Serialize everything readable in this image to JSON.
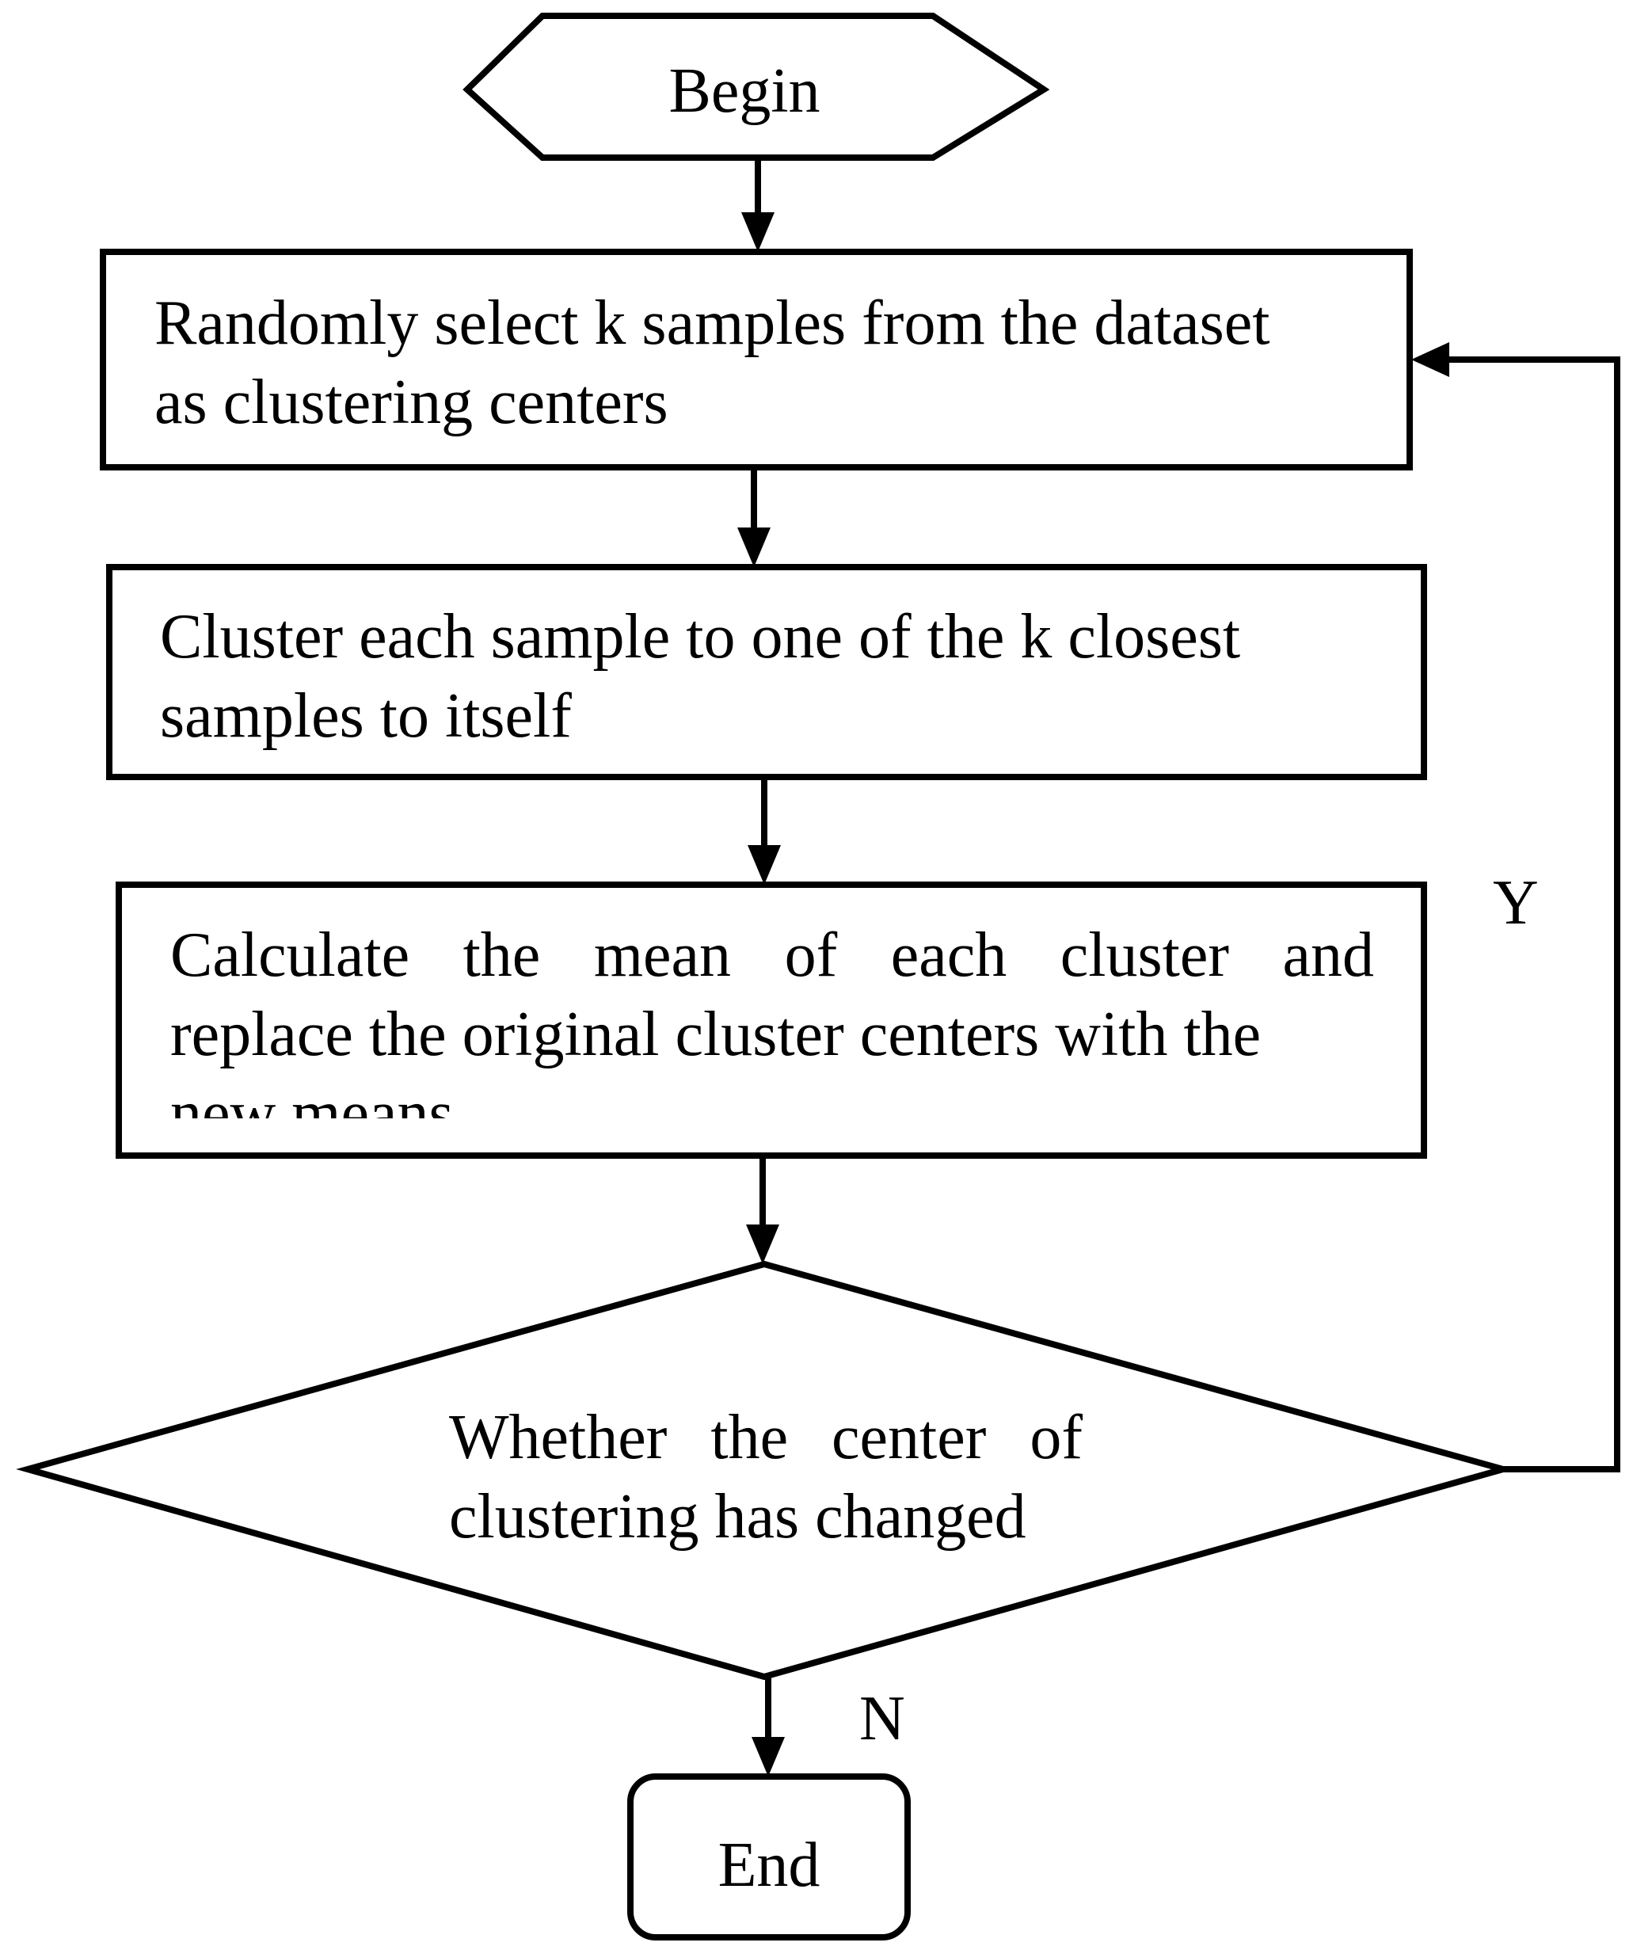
{
  "nodes": {
    "begin": {
      "label": "Begin"
    },
    "select": {
      "line1": "Randomly select k samples from the dataset",
      "line2": "as clustering centers"
    },
    "assign": {
      "line1": "Cluster each sample to one of the k closest",
      "line2": "samples to itself"
    },
    "update": {
      "line1": "Calculate the mean of each cluster and",
      "line2": "replace the original cluster centers with the",
      "line3": "new means"
    },
    "decision": {
      "line1": "Whether the center of",
      "line2": "clustering has changed"
    },
    "end": {
      "label": "End"
    }
  },
  "edges": {
    "yes_label": "Y",
    "no_label": "N"
  }
}
